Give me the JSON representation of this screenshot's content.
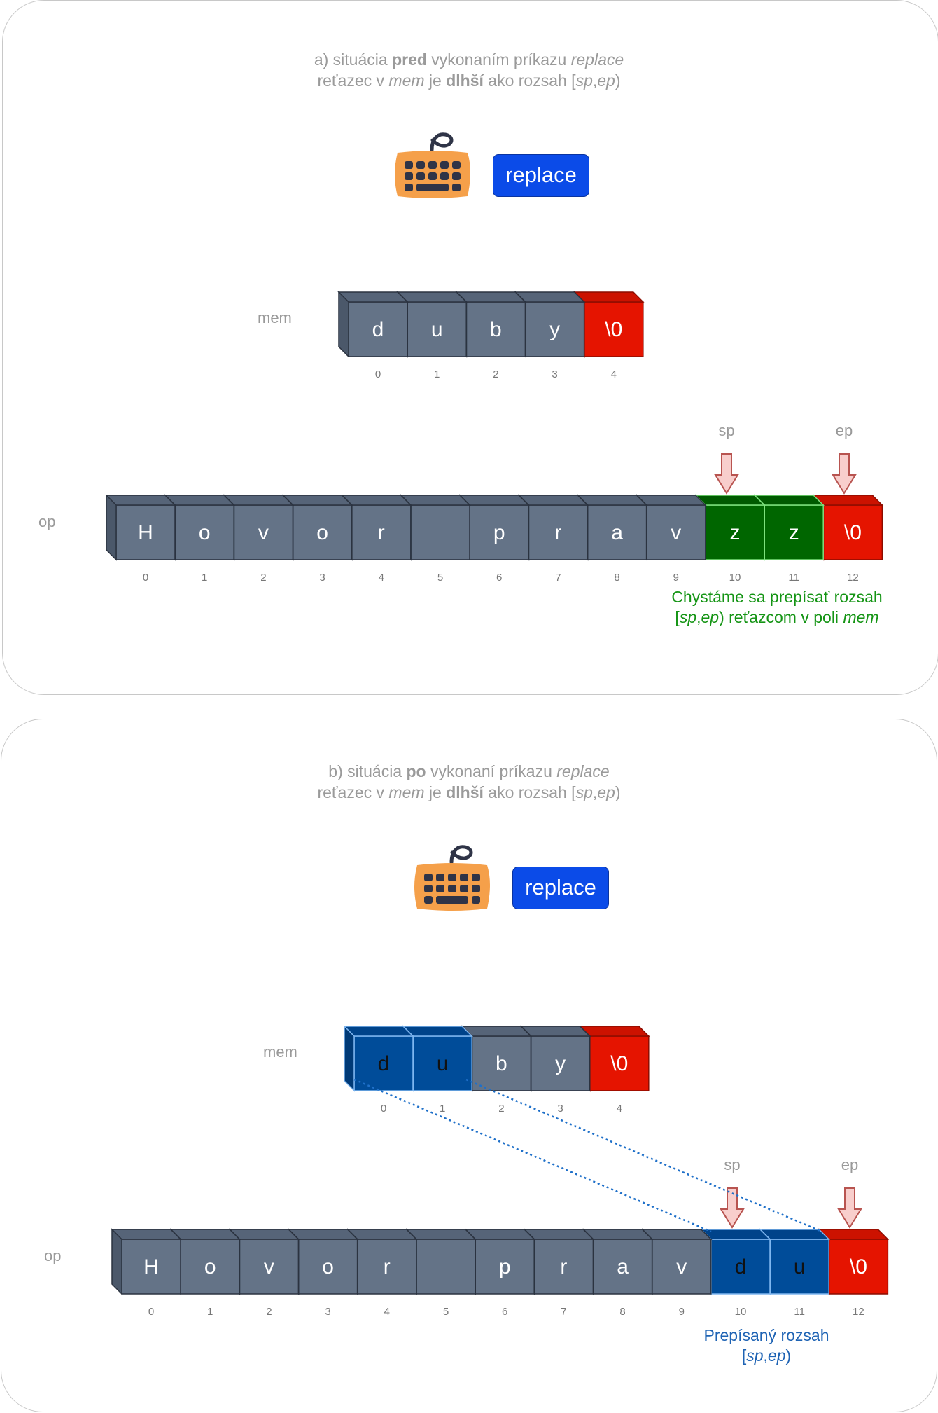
{
  "panel_a": {
    "caption_line1": {
      "prefix": "a) situácia ",
      "bold": "pred",
      "middle": " vykonaním príkazu ",
      "italic": "replace"
    },
    "caption_line2": {
      "p1": "reťazec v ",
      "mem": "mem",
      "p2": " je ",
      "bold": "dlhší",
      "p3": " ako rozsah [",
      "sp": "sp",
      "comma": ",",
      "ep": "ep",
      "close": ")"
    },
    "button_label": "replace",
    "mem_label": "mem",
    "op_label": "op",
    "sp_label": "sp",
    "ep_label": "ep",
    "note": {
      "line1": "Chystáme sa prepísať rozsah",
      "l2_open": "[",
      "sp": "sp",
      "comma": ",",
      "ep": "ep",
      "l2_mid": ") reťazcom v poli ",
      "mem": "mem"
    },
    "mem_cells": [
      {
        "char": "d",
        "index": "0",
        "kind": "normal"
      },
      {
        "char": "u",
        "index": "1",
        "kind": "normal"
      },
      {
        "char": "b",
        "index": "2",
        "kind": "normal"
      },
      {
        "char": "y",
        "index": "3",
        "kind": "normal"
      },
      {
        "char": "\\0",
        "index": "4",
        "kind": "terminator"
      }
    ],
    "op_cells": [
      {
        "char": "H",
        "index": "0",
        "kind": "normal"
      },
      {
        "char": "o",
        "index": "1",
        "kind": "normal"
      },
      {
        "char": "v",
        "index": "2",
        "kind": "normal"
      },
      {
        "char": "o",
        "index": "3",
        "kind": "normal"
      },
      {
        "char": "r",
        "index": "4",
        "kind": "normal"
      },
      {
        "char": "",
        "index": "5",
        "kind": "normal"
      },
      {
        "char": "p",
        "index": "6",
        "kind": "normal"
      },
      {
        "char": "r",
        "index": "7",
        "kind": "normal"
      },
      {
        "char": "a",
        "index": "8",
        "kind": "normal"
      },
      {
        "char": "v",
        "index": "9",
        "kind": "normal"
      },
      {
        "char": "z",
        "index": "10",
        "kind": "green"
      },
      {
        "char": "z",
        "index": "11",
        "kind": "green"
      },
      {
        "char": "\\0",
        "index": "12",
        "kind": "terminator"
      }
    ]
  },
  "panel_b": {
    "caption_line1": {
      "prefix": "b) situácia ",
      "bold": "po",
      "middle": " vykonaní príkazu ",
      "italic": "replace"
    },
    "caption_line2": {
      "p1": "reťazec v ",
      "mem": "mem",
      "p2": " je ",
      "bold": "dlhší",
      "p3": " ako rozsah [",
      "sp": "sp",
      "comma": ",",
      "ep": "ep",
      "close": ")"
    },
    "button_label": "replace",
    "mem_label": "mem",
    "op_label": "op",
    "sp_label": "sp",
    "ep_label": "ep",
    "note": {
      "line1": "Prepísaný rozsah",
      "l2_open": "[",
      "sp": "sp",
      "comma": ",",
      "ep": "ep",
      "l2_close": ")"
    },
    "mem_cells": [
      {
        "char": "d",
        "index": "0",
        "kind": "blue"
      },
      {
        "char": "u",
        "index": "1",
        "kind": "blue"
      },
      {
        "char": "b",
        "index": "2",
        "kind": "normal"
      },
      {
        "char": "y",
        "index": "3",
        "kind": "normal"
      },
      {
        "char": "\\0",
        "index": "4",
        "kind": "terminator"
      }
    ],
    "op_cells": [
      {
        "char": "H",
        "index": "0",
        "kind": "normal"
      },
      {
        "char": "o",
        "index": "1",
        "kind": "normal"
      },
      {
        "char": "v",
        "index": "2",
        "kind": "normal"
      },
      {
        "char": "o",
        "index": "3",
        "kind": "normal"
      },
      {
        "char": "r",
        "index": "4",
        "kind": "normal"
      },
      {
        "char": "",
        "index": "5",
        "kind": "normal"
      },
      {
        "char": "p",
        "index": "6",
        "kind": "normal"
      },
      {
        "char": "r",
        "index": "7",
        "kind": "normal"
      },
      {
        "char": "a",
        "index": "8",
        "kind": "normal"
      },
      {
        "char": "v",
        "index": "9",
        "kind": "normal"
      },
      {
        "char": "d",
        "index": "10",
        "kind": "blue"
      },
      {
        "char": "u",
        "index": "11",
        "kind": "blue"
      },
      {
        "char": "\\0",
        "index": "12",
        "kind": "terminator"
      }
    ]
  },
  "colors": {
    "normal_face": "#647387",
    "normal_side": "#4b586a",
    "normal_top": "#566478",
    "normal_stroke": "#2b3340",
    "terminator_face": "#e51400",
    "terminator_side": "#b81000",
    "terminator_top": "#cc1200",
    "terminator_stroke": "#8c0c00",
    "green_face": "#006600",
    "green_side": "#004d00",
    "green_top": "#005a00",
    "green_stroke": "#7ee27e",
    "blue_face": "#004c99",
    "blue_side": "#003a77",
    "blue_top": "#00438a",
    "blue_stroke": "#7fb6f0",
    "keyboard_body": "#f5a04a",
    "keyboard_keys": "#2f3447",
    "arrow_fill": "#f8cecc",
    "arrow_stroke": "#b85450",
    "link_line": "#1f70c9"
  },
  "icons": {
    "keyboard": "keyboard-icon",
    "pointer": "down-arrow-icon"
  }
}
